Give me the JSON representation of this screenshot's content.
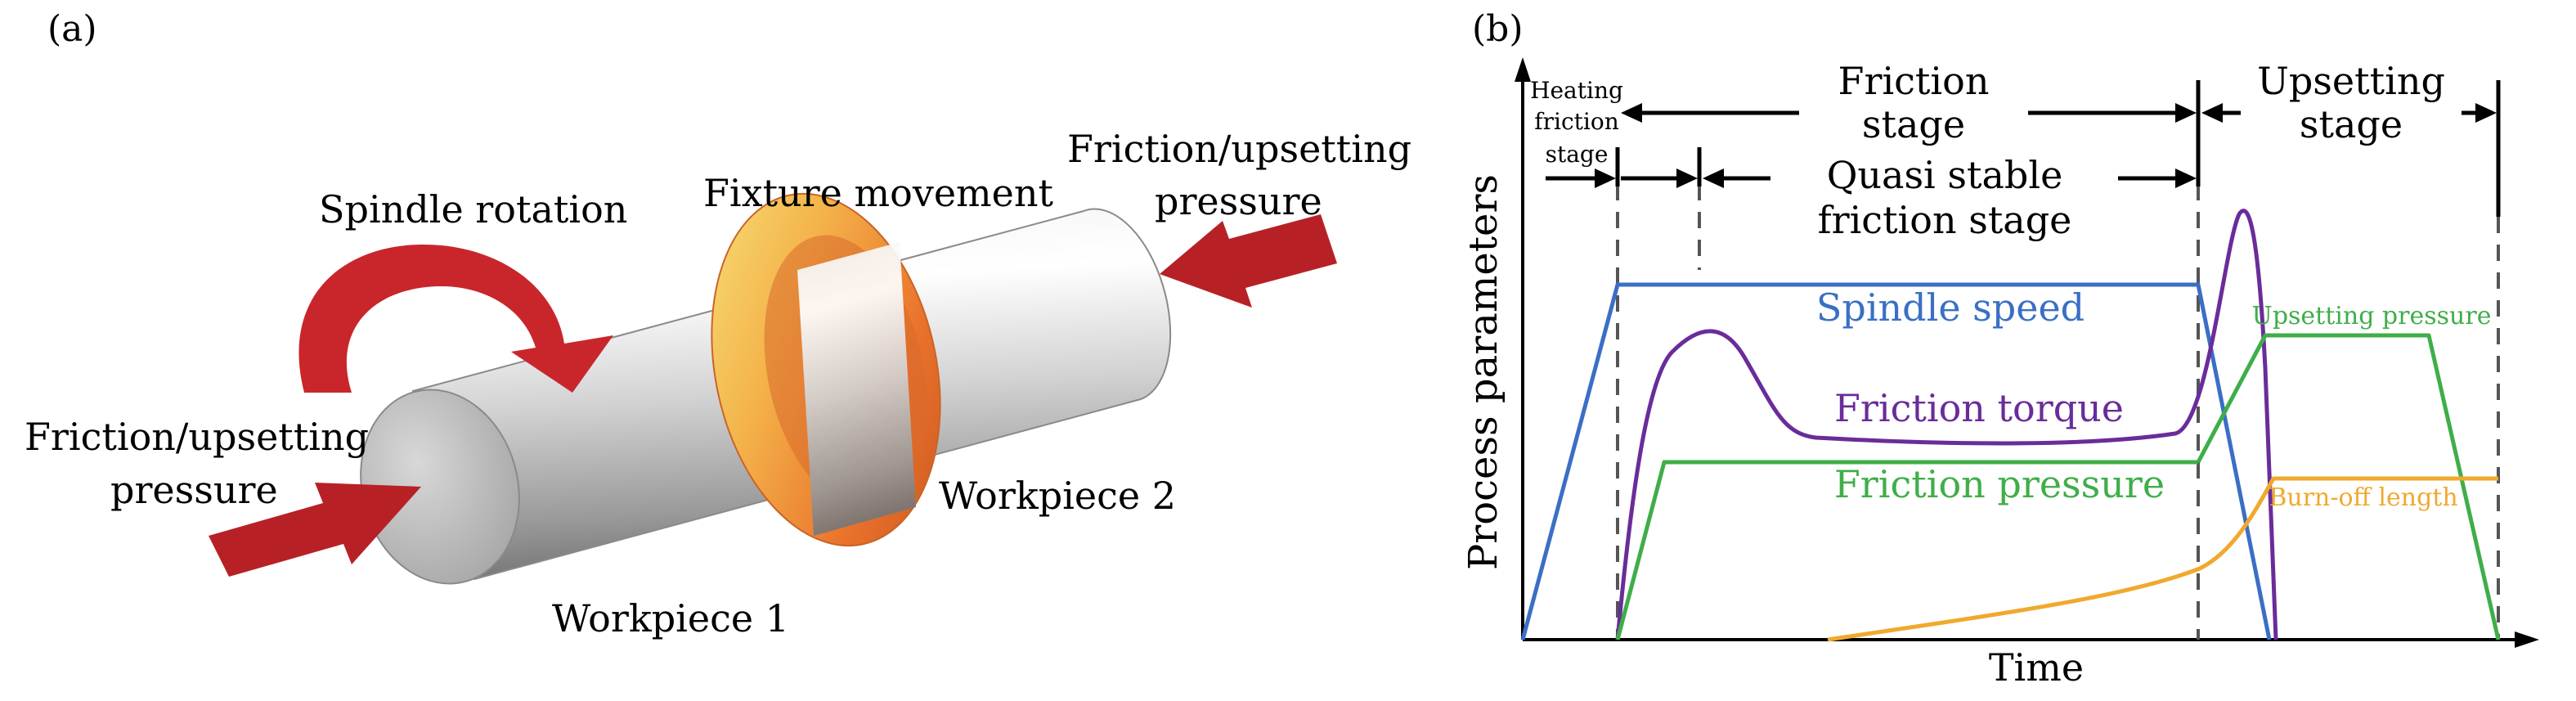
{
  "panel_a": {
    "label": "(a)",
    "spindle_rotation": "Spindle rotation",
    "fixture_movement": "Fixture movement",
    "pressure_right_line1": "Friction/upsetting",
    "pressure_right_line2": "pressure",
    "pressure_left_line1": "Friction/upsetting",
    "pressure_left_line2": "pressure",
    "workpiece_1": "Workpiece 1",
    "workpiece_2": "Workpiece 2"
  },
  "panel_b": {
    "label": "(b)",
    "y_axis_label": "Process parameters",
    "x_axis_label": "Time",
    "stages": {
      "heating_line1": "Heating",
      "heating_line2": "friction",
      "heating_line3": "stage",
      "friction_line1": "Friction",
      "friction_line2": "stage",
      "quasi_line1": "Quasi stable",
      "quasi_line2": "friction stage",
      "upsetting_line1": "Upsetting",
      "upsetting_line2": "stage"
    },
    "curves": {
      "spindle_speed": "Spindle speed",
      "friction_torque": "Friction torque",
      "friction_pressure": "Friction pressure",
      "upsetting_pressure": "Upsetting pressure",
      "burn_off_length": "Burn-off length"
    },
    "colors": {
      "spindle_speed": "#3a6fc4",
      "friction_torque": "#6a2c9a",
      "friction_pressure": "#3fae49",
      "upsetting_pressure": "#3fae49",
      "burn_off_length": "#f0a92e"
    }
  }
}
